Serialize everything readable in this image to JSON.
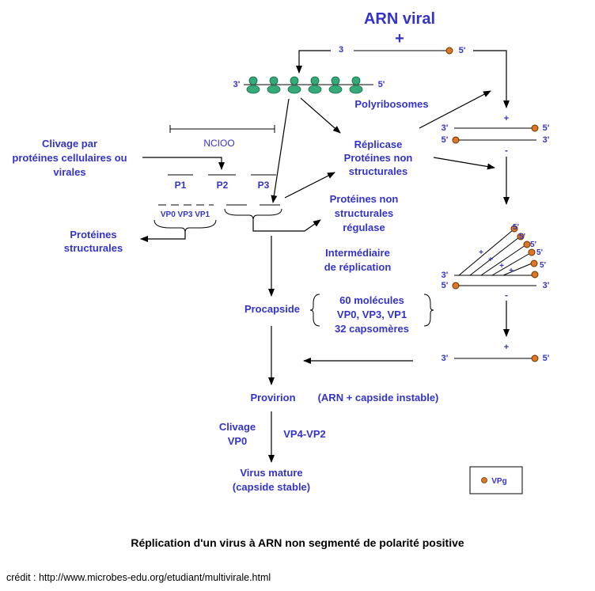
{
  "title": "ARN viral",
  "title_sign": "+",
  "colors": {
    "label": "#3333cc",
    "arrow": "#000000",
    "ribosome": "#33aa77",
    "vpg": "#dd7722"
  },
  "labels": {
    "top_3": "3",
    "top_5": "5'",
    "poly_3": "3'",
    "poly_5": "5'",
    "polyribosomes": "Polyribosomes",
    "clivage_1": "Clivage par",
    "clivage_2": "protéines cellulaires ou",
    "clivage_3": "virales",
    "nciOO": "NCIOO",
    "p1": "P1",
    "p2": "P2",
    "p3": "P3",
    "vp0_vp3_vp1": "VP0 VP3 VP1",
    "prot_struct_1": "Protéines",
    "prot_struct_2": "structurales",
    "replicase_1": "Réplicase",
    "replicase_2": "Protéines non",
    "replicase_3": "structurales",
    "regul_1": "Protéines non",
    "regul_2": "structurales",
    "regul_3": "régulase",
    "interm_1": "Intermédiaire",
    "interm_2": "de réplication",
    "procapside": "Procapside",
    "proc_1": "60 molécules",
    "proc_2": "VP0, VP3, VP1",
    "proc_3": "32 capsomères",
    "provirion": "Provirion",
    "provirion_note": "(ARN + capside instable)",
    "clivage_vp0_1": "Clivage",
    "clivage_vp0_2": "VP0",
    "vp4vp2": "VP4-VP2",
    "virus_1": "Virus mature",
    "virus_2": "(capside stable)",
    "vpg": "VPg",
    "r1_3": "3'",
    "r1_5a": "5'",
    "r1_5b": "5'",
    "r1_3b": "3'",
    "plus": "+",
    "minus": "-",
    "ri_3": "3'",
    "ri_5": "5'",
    "ri_5b": "5'",
    "ri_3b": "3'",
    "ri_5c": "5'",
    "fin_3": "3'",
    "fin_5": "5'"
  },
  "caption": "Réplication d'un virus à ARN non segmenté de polarité positive",
  "credit": "crédit : http://www.microbes-edu.org/etudiant/multivirale.html"
}
